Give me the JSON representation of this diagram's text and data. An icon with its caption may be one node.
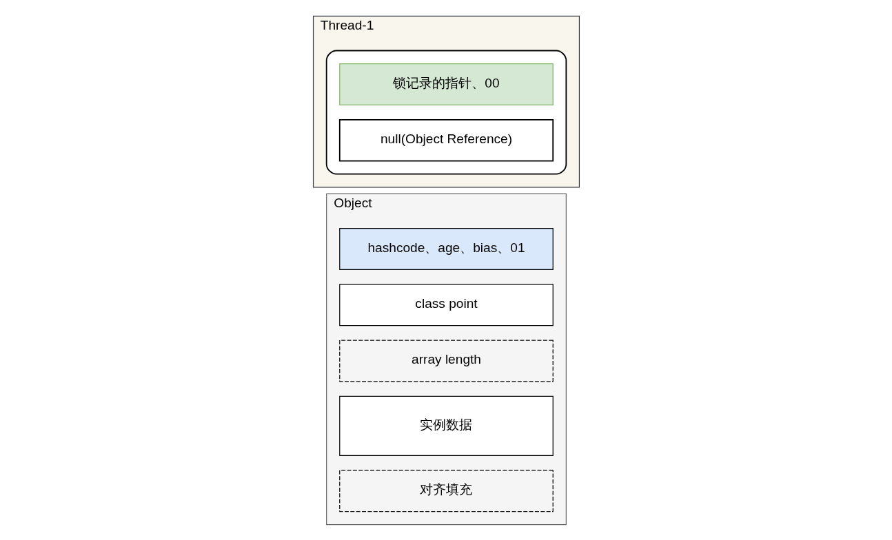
{
  "diagram": {
    "nodes": [
      {
        "text": [
          "Thread-1"
        ]
      },
      {
        "text": [],
        "shape": "box",
        "in": 0
      },
      {
        "text": [
          "锁记录的指针、00"
        ],
        "in": 1
      },
      {
        "text": [
          "null(Object Reference)"
        ],
        "in": 1
      },
      {
        "text": [
          "Object"
        ]
      },
      {
        "text": [
          "hashcode、age、bias、01"
        ],
        "in": 4
      },
      {
        "text": [
          "class point"
        ],
        "in": 4
      },
      {
        "text": [
          "array length"
        ],
        "in": 4
      },
      {
        "text": [
          "实例数据"
        ],
        "in": 4
      },
      {
        "text": [
          "对齐填充"
        ],
        "in": 4
      }
    ]
  }
}
